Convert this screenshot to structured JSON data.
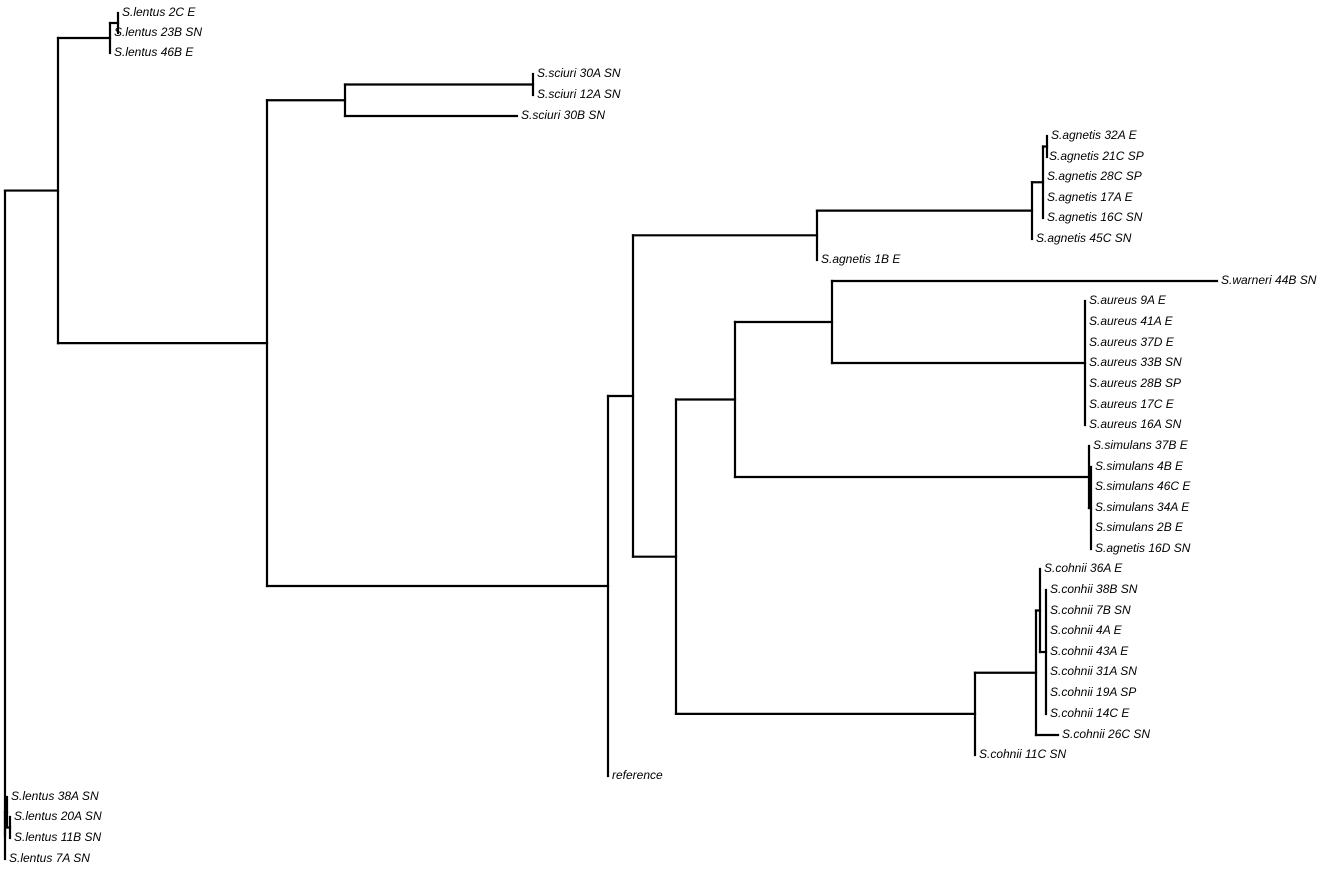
{
  "tree": {
    "leaves": [
      {
        "id": "L01",
        "label": "S.lentus 2C E"
      },
      {
        "id": "L02",
        "label": "S.lentus 23B SN"
      },
      {
        "id": "L03",
        "label": "S.lentus 46B E"
      },
      {
        "id": "L04",
        "label": "S.sciuri 30A SN"
      },
      {
        "id": "L05",
        "label": "S.sciuri 12A SN"
      },
      {
        "id": "L06",
        "label": "S.sciuri 30B SN"
      },
      {
        "id": "L07",
        "label": "S.agnetis 32A E"
      },
      {
        "id": "L08",
        "label": "S.agnetis 21C SP"
      },
      {
        "id": "L09",
        "label": "S.agnetis 28C SP"
      },
      {
        "id": "L10",
        "label": "S.agnetis 17A E"
      },
      {
        "id": "L11",
        "label": "S.agnetis 16C SN"
      },
      {
        "id": "L12",
        "label": "S.agnetis 45C SN"
      },
      {
        "id": "L13",
        "label": "S.agnetis 1B E"
      },
      {
        "id": "L14",
        "label": "S.warneri 44B SN"
      },
      {
        "id": "L15",
        "label": "S.aureus 9A E"
      },
      {
        "id": "L16",
        "label": "S.aureus 41A E"
      },
      {
        "id": "L17",
        "label": "S.aureus 37D E"
      },
      {
        "id": "L18",
        "label": "S.aureus 33B SN"
      },
      {
        "id": "L19",
        "label": "S.aureus 28B SP"
      },
      {
        "id": "L20",
        "label": "S.aureus 17C E"
      },
      {
        "id": "L21",
        "label": "S.aureus 16A SN"
      },
      {
        "id": "L22",
        "label": "S.simulans 37B E"
      },
      {
        "id": "L23",
        "label": "S.simulans 4B E"
      },
      {
        "id": "L24",
        "label": "S.simulans 46C E"
      },
      {
        "id": "L25",
        "label": "S.simulans 34A E"
      },
      {
        "id": "L26",
        "label": "S.simulans 2B E"
      },
      {
        "id": "L27",
        "label": "S.agnetis 16D SN"
      },
      {
        "id": "L28",
        "label": "S.cohnii 36A E"
      },
      {
        "id": "L29",
        "label": "S.conhii 38B SN"
      },
      {
        "id": "L30",
        "label": "S.cohnii 7B SN"
      },
      {
        "id": "L31",
        "label": "S.cohnii 4A E"
      },
      {
        "id": "L32",
        "label": "S.cohnii 43A E"
      },
      {
        "id": "L33",
        "label": "S.cohnii 31A SN"
      },
      {
        "id": "L34",
        "label": "S.cohnii 19A SP"
      },
      {
        "id": "L35",
        "label": "S.cohnii 14C E"
      },
      {
        "id": "L36",
        "label": "S.cohnii 26C SN"
      },
      {
        "id": "L37",
        "label": "S.cohnii 11C SN"
      },
      {
        "id": "L38",
        "label": "reference"
      },
      {
        "id": "L39",
        "label": "S.lentus 38A SN"
      },
      {
        "id": "L40",
        "label": "S.lentus 20A SN"
      },
      {
        "id": "L41",
        "label": "S.lentus 11B SN"
      },
      {
        "id": "L42",
        "label": "S.lentus 7A SN"
      }
    ]
  }
}
